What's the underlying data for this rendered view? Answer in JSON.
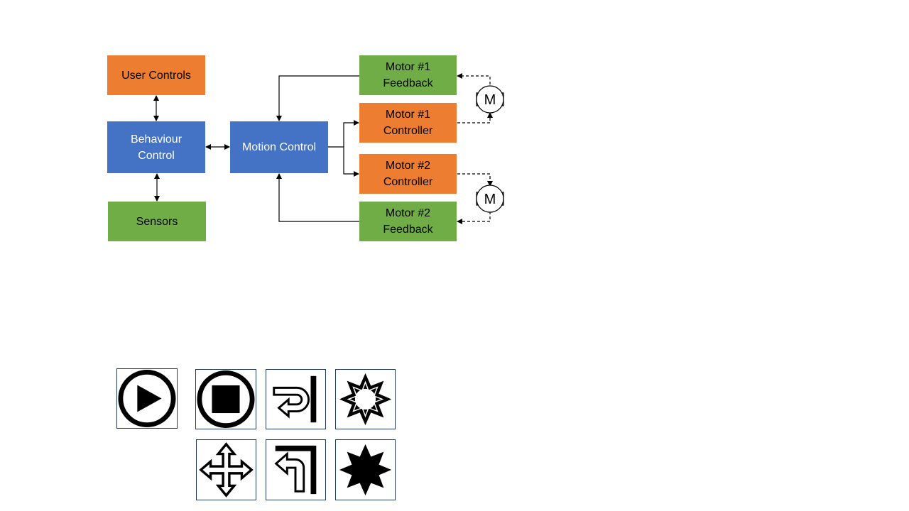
{
  "diagram": {
    "user_controls": "User Controls",
    "behaviour_control": "Behaviour\nControl",
    "sensors": "Sensors",
    "motion_control": "Motion Control",
    "motor1_feedback": "Motor #1\nFeedback",
    "motor1_controller": "Motor #1\nController",
    "motor2_controller": "Motor #2\nController",
    "motor2_feedback": "Motor #2\nFeedback",
    "motor1_symbol": "M",
    "motor2_symbol": "M",
    "colors": {
      "orange": "#ED7D31",
      "green": "#70AD47",
      "blue": "#4472C4",
      "tile_border": "#1F3864"
    }
  },
  "icons": [
    {
      "name": "play-icon"
    },
    {
      "name": "stop-icon"
    },
    {
      "name": "return-arrow-icon"
    },
    {
      "name": "sun-icon"
    },
    {
      "name": "move-arrows-icon"
    },
    {
      "name": "turn-left-arrow-icon"
    },
    {
      "name": "star-burst-icon"
    }
  ]
}
